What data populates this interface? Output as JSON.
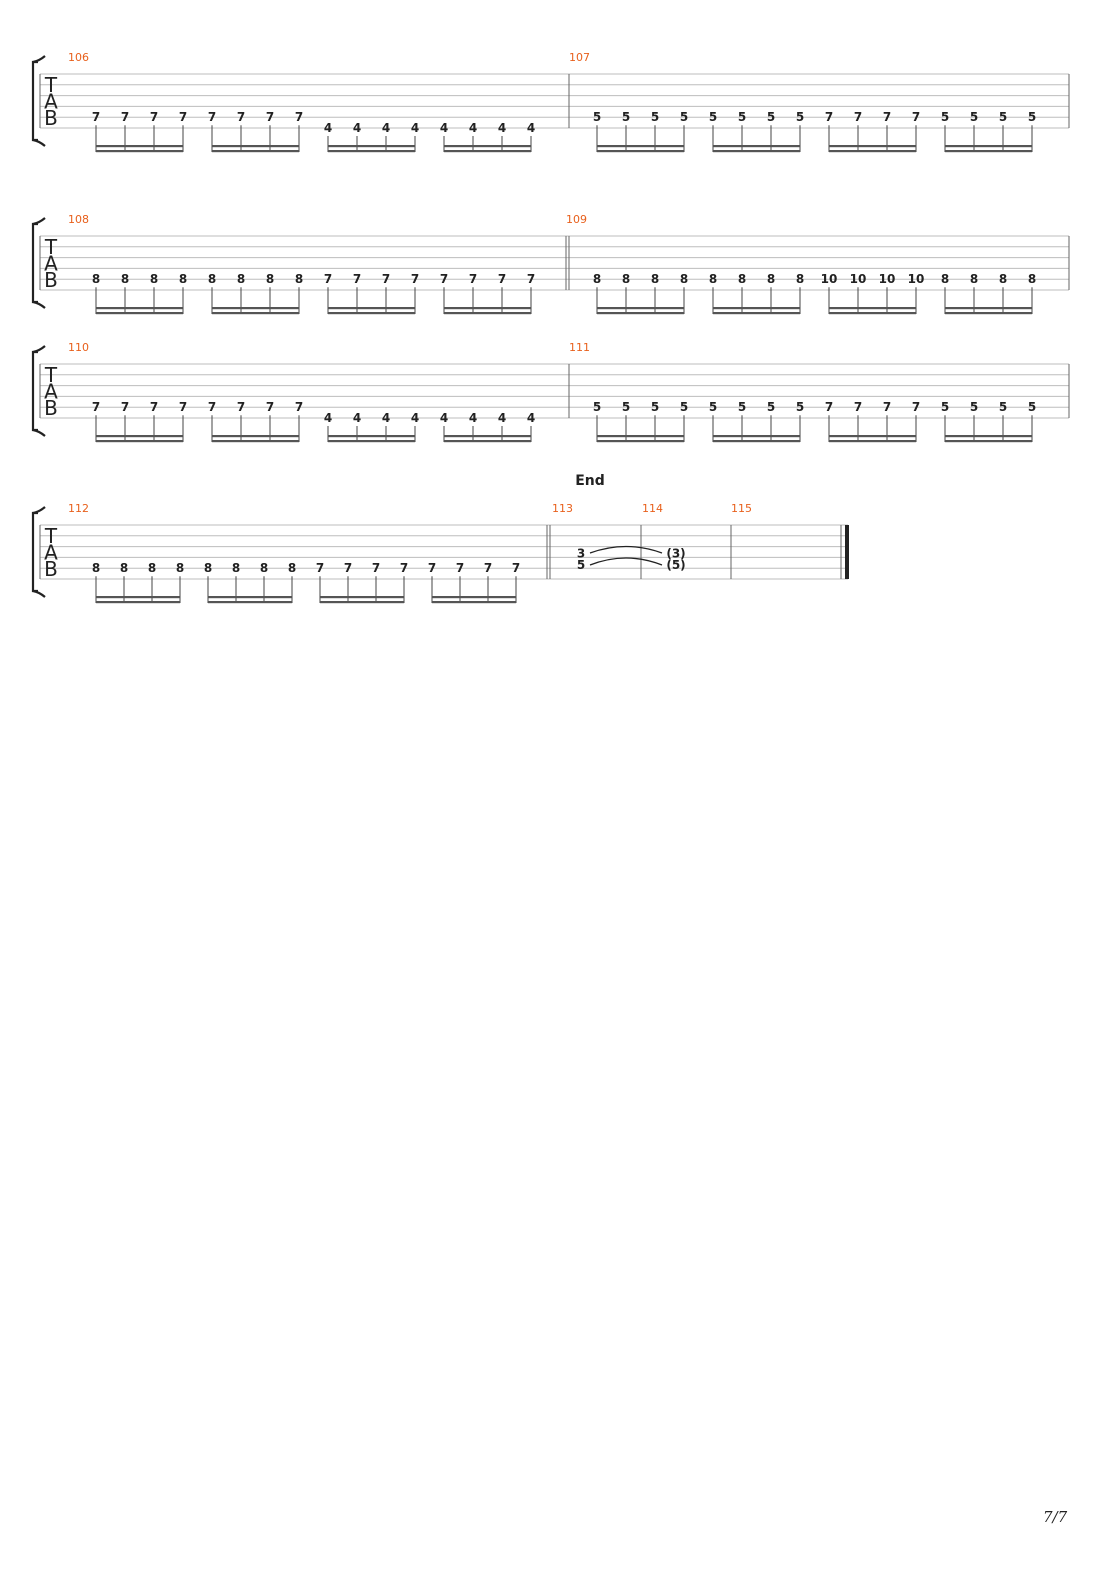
{
  "section_marker": "End",
  "page_number": "7/7",
  "tab_letters": [
    "T",
    "A",
    "B"
  ],
  "systems": [
    {
      "measures": [
        {
          "number": "106",
          "string": 4,
          "frets": [
            "7",
            "7",
            "7",
            "7",
            "7",
            "7",
            "7",
            "7",
            "4",
            "4",
            "4",
            "4",
            "4",
            "4",
            "4",
            "4"
          ],
          "string_per_note": [
            4,
            4,
            4,
            4,
            4,
            4,
            4,
            4,
            5,
            5,
            5,
            5,
            5,
            5,
            5,
            5
          ]
        },
        {
          "number": "107",
          "string": 4,
          "frets": [
            "5",
            "5",
            "5",
            "5",
            "5",
            "5",
            "5",
            "5",
            "7",
            "7",
            "7",
            "7",
            "5",
            "5",
            "5",
            "5"
          ]
        }
      ]
    },
    {
      "measures": [
        {
          "number": "108",
          "string": 4,
          "frets": [
            "8",
            "8",
            "8",
            "8",
            "8",
            "8",
            "8",
            "8",
            "7",
            "7",
            "7",
            "7",
            "7",
            "7",
            "7",
            "7"
          ]
        },
        {
          "number": "109",
          "string": 4,
          "frets": [
            "8",
            "8",
            "8",
            "8",
            "8",
            "8",
            "8",
            "8",
            "10",
            "10",
            "10",
            "10",
            "8",
            "8",
            "8",
            "8"
          ]
        }
      ]
    },
    {
      "measures": [
        {
          "number": "110",
          "string": 4,
          "frets": [
            "7",
            "7",
            "7",
            "7",
            "7",
            "7",
            "7",
            "7",
            "4",
            "4",
            "4",
            "4",
            "4",
            "4",
            "4",
            "4"
          ],
          "string_per_note": [
            4,
            4,
            4,
            4,
            4,
            4,
            4,
            4,
            5,
            5,
            5,
            5,
            5,
            5,
            5,
            5
          ]
        },
        {
          "number": "111",
          "string": 4,
          "frets": [
            "5",
            "5",
            "5",
            "5",
            "5",
            "5",
            "5",
            "5",
            "7",
            "7",
            "7",
            "7",
            "5",
            "5",
            "5",
            "5"
          ]
        }
      ]
    },
    {
      "measures": [
        {
          "number": "112",
          "string": 4,
          "frets": [
            "8",
            "8",
            "8",
            "8",
            "8",
            "8",
            "8",
            "8",
            "7",
            "7",
            "7",
            "7",
            "7",
            "7",
            "7",
            "7"
          ]
        },
        {
          "number": "113",
          "chord": [
            {
              "string": 3,
              "fret": "3"
            },
            {
              "string": 4,
              "fret": "5"
            }
          ]
        },
        {
          "number": "114",
          "tied_chord": [
            {
              "string": 3,
              "fret": "(3)"
            },
            {
              "string": 4,
              "fret": "(5)"
            }
          ]
        },
        {
          "number": "115"
        }
      ]
    }
  ]
}
